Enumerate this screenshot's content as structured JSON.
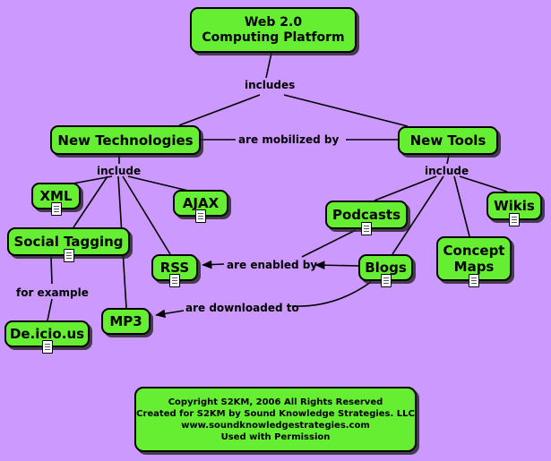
{
  "colors": {
    "background": "#CC99FF",
    "node_fill": "#66EE33",
    "border": "#000000"
  },
  "nodes": {
    "root": {
      "line1": "Web 2.0",
      "line2": "Computing Platform"
    },
    "new_technologies": {
      "label": "New Technologies"
    },
    "new_tools": {
      "label": "New Tools"
    },
    "xml": {
      "label": "XML"
    },
    "ajax": {
      "label": "AJAX"
    },
    "social_tagging": {
      "label": "Social Tagging"
    },
    "rss": {
      "label": "RSS"
    },
    "mp3": {
      "label": "MP3"
    },
    "delicious": {
      "label": "De.icio.us"
    },
    "podcasts": {
      "label": "Podcasts"
    },
    "wikis": {
      "label": "Wikis"
    },
    "blogs": {
      "label": "Blogs"
    },
    "concept_maps": {
      "line1": "Concept",
      "line2": "Maps"
    }
  },
  "edge_labels": {
    "includes": "includes",
    "are_mobilized_by": "are mobilized by",
    "include_left": "include",
    "include_right": "include",
    "for_example": "for example",
    "are_enabled_by": "are enabled by",
    "are_downloaded_to": "are downloaded to"
  },
  "footer": {
    "line1": "Copyright S2KM, 2006 All Rights Reserved",
    "line2": "Created for S2KM by Sound Knowledge Strategies. LLC",
    "line3": "www.soundknowledgestrategies.com",
    "line4": "Used with Permission"
  }
}
